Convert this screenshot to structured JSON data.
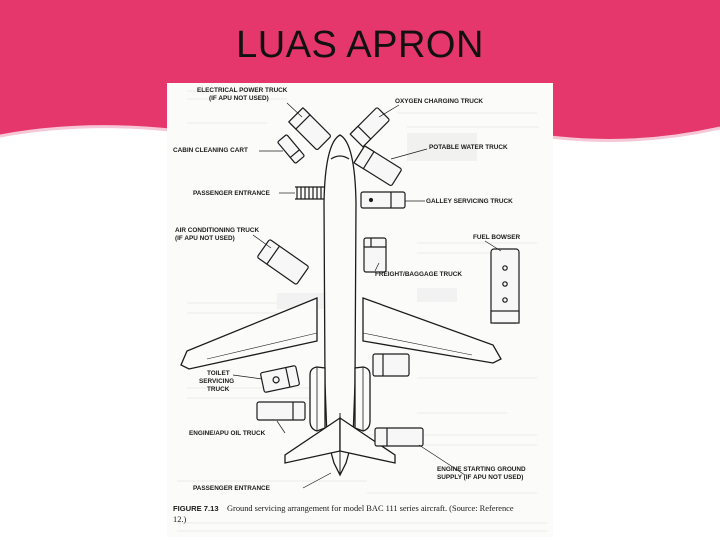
{
  "slide": {
    "title": "LUAS APRON",
    "accent_color": "#e5376c"
  },
  "figure": {
    "labels": {
      "electrical_power_truck": "ELECTRICAL POWER TRUCK",
      "electrical_power_truck_note": "(IF APU NOT USED)",
      "oxygen_charging_truck": "OXYGEN CHARGING TRUCK",
      "cabin_cleaning_cart": "CABIN CLEANING CART",
      "potable_water_truck": "POTABLE WATER TRUCK",
      "passenger_entrance_front": "PASSENGER ENTRANCE",
      "galley_servicing_truck": "GALLEY SERVICING TRUCK",
      "air_conditioning_truck": "AIR CONDITIONING  TRUCK",
      "air_conditioning_truck_note": "(IF APU NOT USED)",
      "fuel_bowser": "FUEL BOWSER",
      "freight_baggage_truck": "FREIGHT/BAGGAGE TRUCK",
      "toilet_servicing_truck_1": "TOILET",
      "toilet_servicing_truck_2": "SERVICING",
      "toilet_servicing_truck_3": "TRUCK",
      "engine_apu_oil_truck": "ENGINE/APU OIL TRUCK",
      "engine_starting_ground_supply_1": "ENGINE STARTING GROUND",
      "engine_starting_ground_supply_2": "SUPPLY (IF APU NOT USED)",
      "passenger_entrance_rear": "PASSENGER  ENTRANCE"
    },
    "caption": {
      "number": "FIGURE 7.13",
      "text_line1": "Ground servicing arrangement for model BAC 111 series aircraft. (Source: Reference",
      "text_line2": "12.)"
    }
  }
}
